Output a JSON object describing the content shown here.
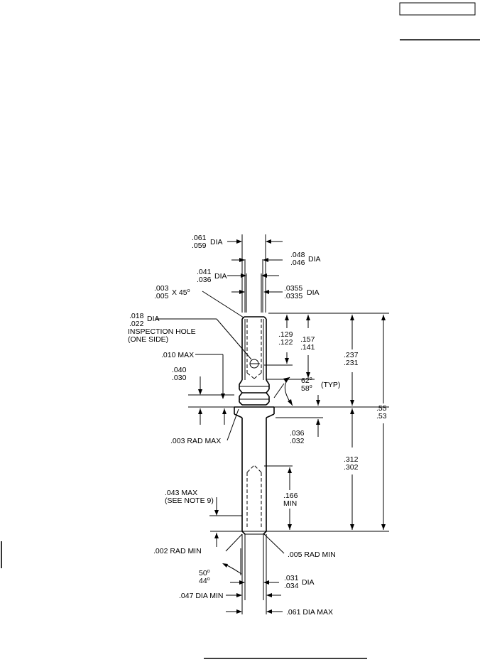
{
  "drawing": {
    "callouts": {
      "c061_059_dia": ".061|.059|DIA",
      "c048_046_dia": ".048|.046|DIA",
      "c041_036_dia": ".041|.036|DIA",
      "c003_005_x45": ".003|.005|X 45",
      "c0355_0335_dia": ".0355|.0335|DIA",
      "c018_022_dia": ".018|.022|DIA",
      "inspection_hole": "INSPECTION HOLE|(ONE SIDE)",
      "c010_max": ".010 MAX",
      "c040_030": ".040|.030",
      "c129_122": ".129|.122",
      "c157_141": ".157|.141",
      "c237_231": ".237|.231",
      "c55_53": ".55|.53",
      "c62_58_typ": "62|58|(TYP)",
      "c003_rad_max": ".003 RAD MAX",
      "c036_032": ".036|.032",
      "c312_302": ".312|.302",
      "c043_max": ".043 MAX|(SEE NOTE 9)",
      "c166_min": ".166|MIN",
      "c002_rad_min": ".002 RAD MIN",
      "c005_rad_min": ".005 RAD MIN",
      "c50_44": "50|44",
      "c031_034_dia": ".031|.034|DIA",
      "c047_dia_min": ".047 DIA MIN",
      "c061_dia_max": ".061 DIA MAX"
    }
  }
}
